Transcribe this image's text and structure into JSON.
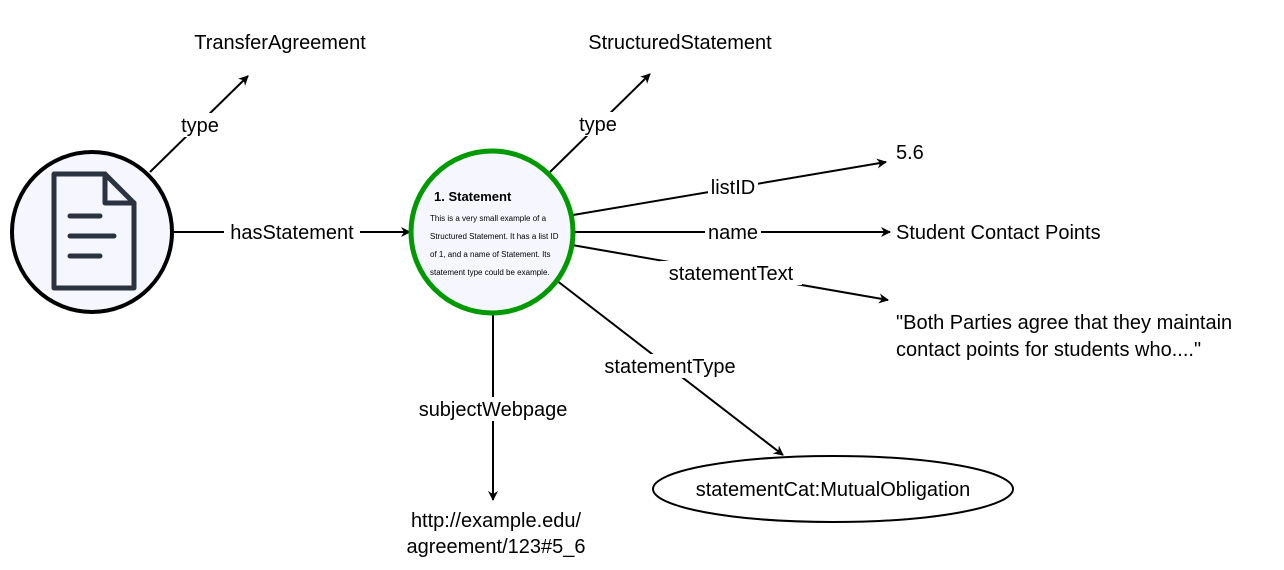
{
  "nodes": {
    "document": {
      "icon": "document-icon"
    },
    "statement": {
      "title": "1.  Statement",
      "description_lines": [
        "This is a very small example of a",
        "Structured Statement. It has a list ID",
        "of 1, and a name of Statement. Its",
        "statement type could be example."
      ]
    },
    "transfer_agreement": "TransferAgreement",
    "structured_statement": "StructuredStatement",
    "list_id_value": "5.6",
    "name_value": "Student Contact Points",
    "statement_text_lines": [
      "\"Both Parties agree that they maintain",
      "contact points for students who....\""
    ],
    "url_lines": [
      "http://example.edu/",
      "agreement/123#5_6"
    ],
    "statement_category": "statementCat:MutualObligation"
  },
  "edges": {
    "type1": "type",
    "has_statement": "hasStatement",
    "type2": "type",
    "list_id": "listID",
    "name": "name",
    "statement_text": "statementText",
    "statement_type": "statementType",
    "subject_webpage": "subjectWebpage"
  },
  "colors": {
    "statement_border": "#009900",
    "node_fill": "#f5f6ff",
    "icon": "#2b3340"
  }
}
